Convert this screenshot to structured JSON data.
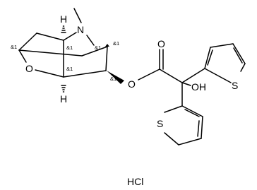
{
  "molecule": {
    "atoms": {
      "n": "N",
      "o_ether": "O",
      "o_ester": "O",
      "o_carbonyl": "O",
      "oh": "OH",
      "s_upper": "S",
      "s_lower": "S",
      "h_upper": "H",
      "h_lower": "H"
    },
    "stereo_marks": [
      "&1",
      "&1",
      "&1",
      "&1",
      "&1",
      "&1"
    ],
    "salt": "HCl"
  }
}
